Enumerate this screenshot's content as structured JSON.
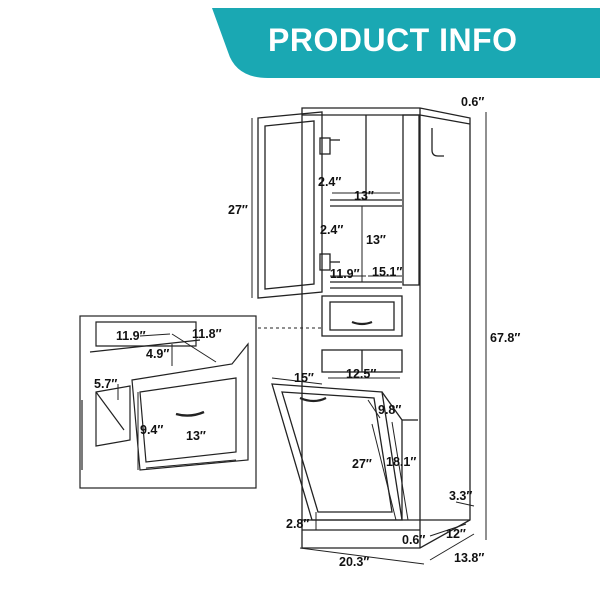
{
  "banner": {
    "title": "PRODUCT INFO",
    "color": "#1aa8b3"
  },
  "dimensions": {
    "top_thickness": "0.6″",
    "door_height": "27″",
    "shelf_gap_top": "2.4″",
    "shelf_gap_mid": "2.4″",
    "shelf_width": "13″",
    "shelf_height": "13″",
    "shelf_depth": "11.9″",
    "cabinet_inner_width": "15.1″",
    "total_height": "67.8″",
    "drawer_area_width": "12.5″",
    "hamper_width": "15″",
    "hamper_depth": "9.8″",
    "hamper_height": "27″",
    "hamper_side_height": "18.1″",
    "foot_height": "3.3″",
    "base_height": "2.8″",
    "base_thickness": "0.6″",
    "base_depth": "12″",
    "overall_width": "20.3″",
    "overall_depth": "13.8″"
  },
  "drawer_detail": {
    "inner_depth": "11.9″",
    "outer_depth": "11.8″",
    "inner_height": "4.9″",
    "slide_height": "5.7″",
    "front_height": "9.4″",
    "front_width": "13″"
  }
}
